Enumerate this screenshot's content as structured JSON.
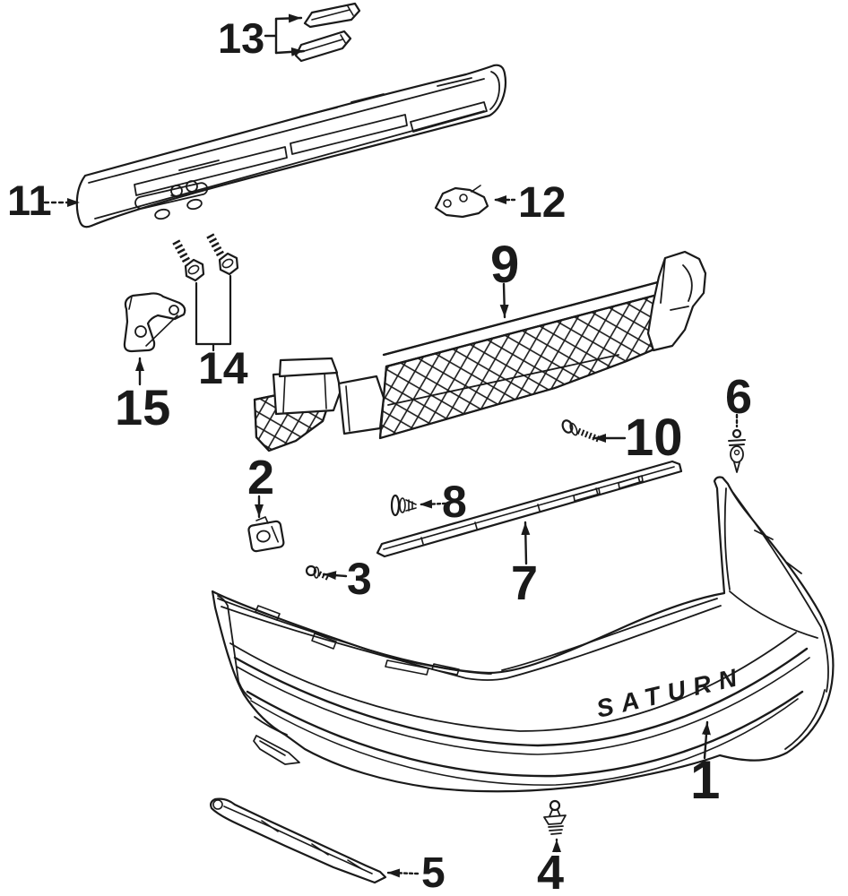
{
  "figure": {
    "background": "#ffffff",
    "ink": "#1a1a1a",
    "emblem_text": "SATURN"
  },
  "callouts": {
    "c1": {
      "label": "1"
    },
    "c2": {
      "label": "2"
    },
    "c3": {
      "label": "3"
    },
    "c4": {
      "label": "4"
    },
    "c5": {
      "label": "5"
    },
    "c6": {
      "label": "6"
    },
    "c7": {
      "label": "7"
    },
    "c8": {
      "label": "8"
    },
    "c9": {
      "label": "9"
    },
    "c10": {
      "label": "10"
    },
    "c11": {
      "label": "11"
    },
    "c12": {
      "label": "12"
    },
    "c13": {
      "label": "13"
    },
    "c14": {
      "label": "14"
    },
    "c15": {
      "label": "15"
    }
  }
}
